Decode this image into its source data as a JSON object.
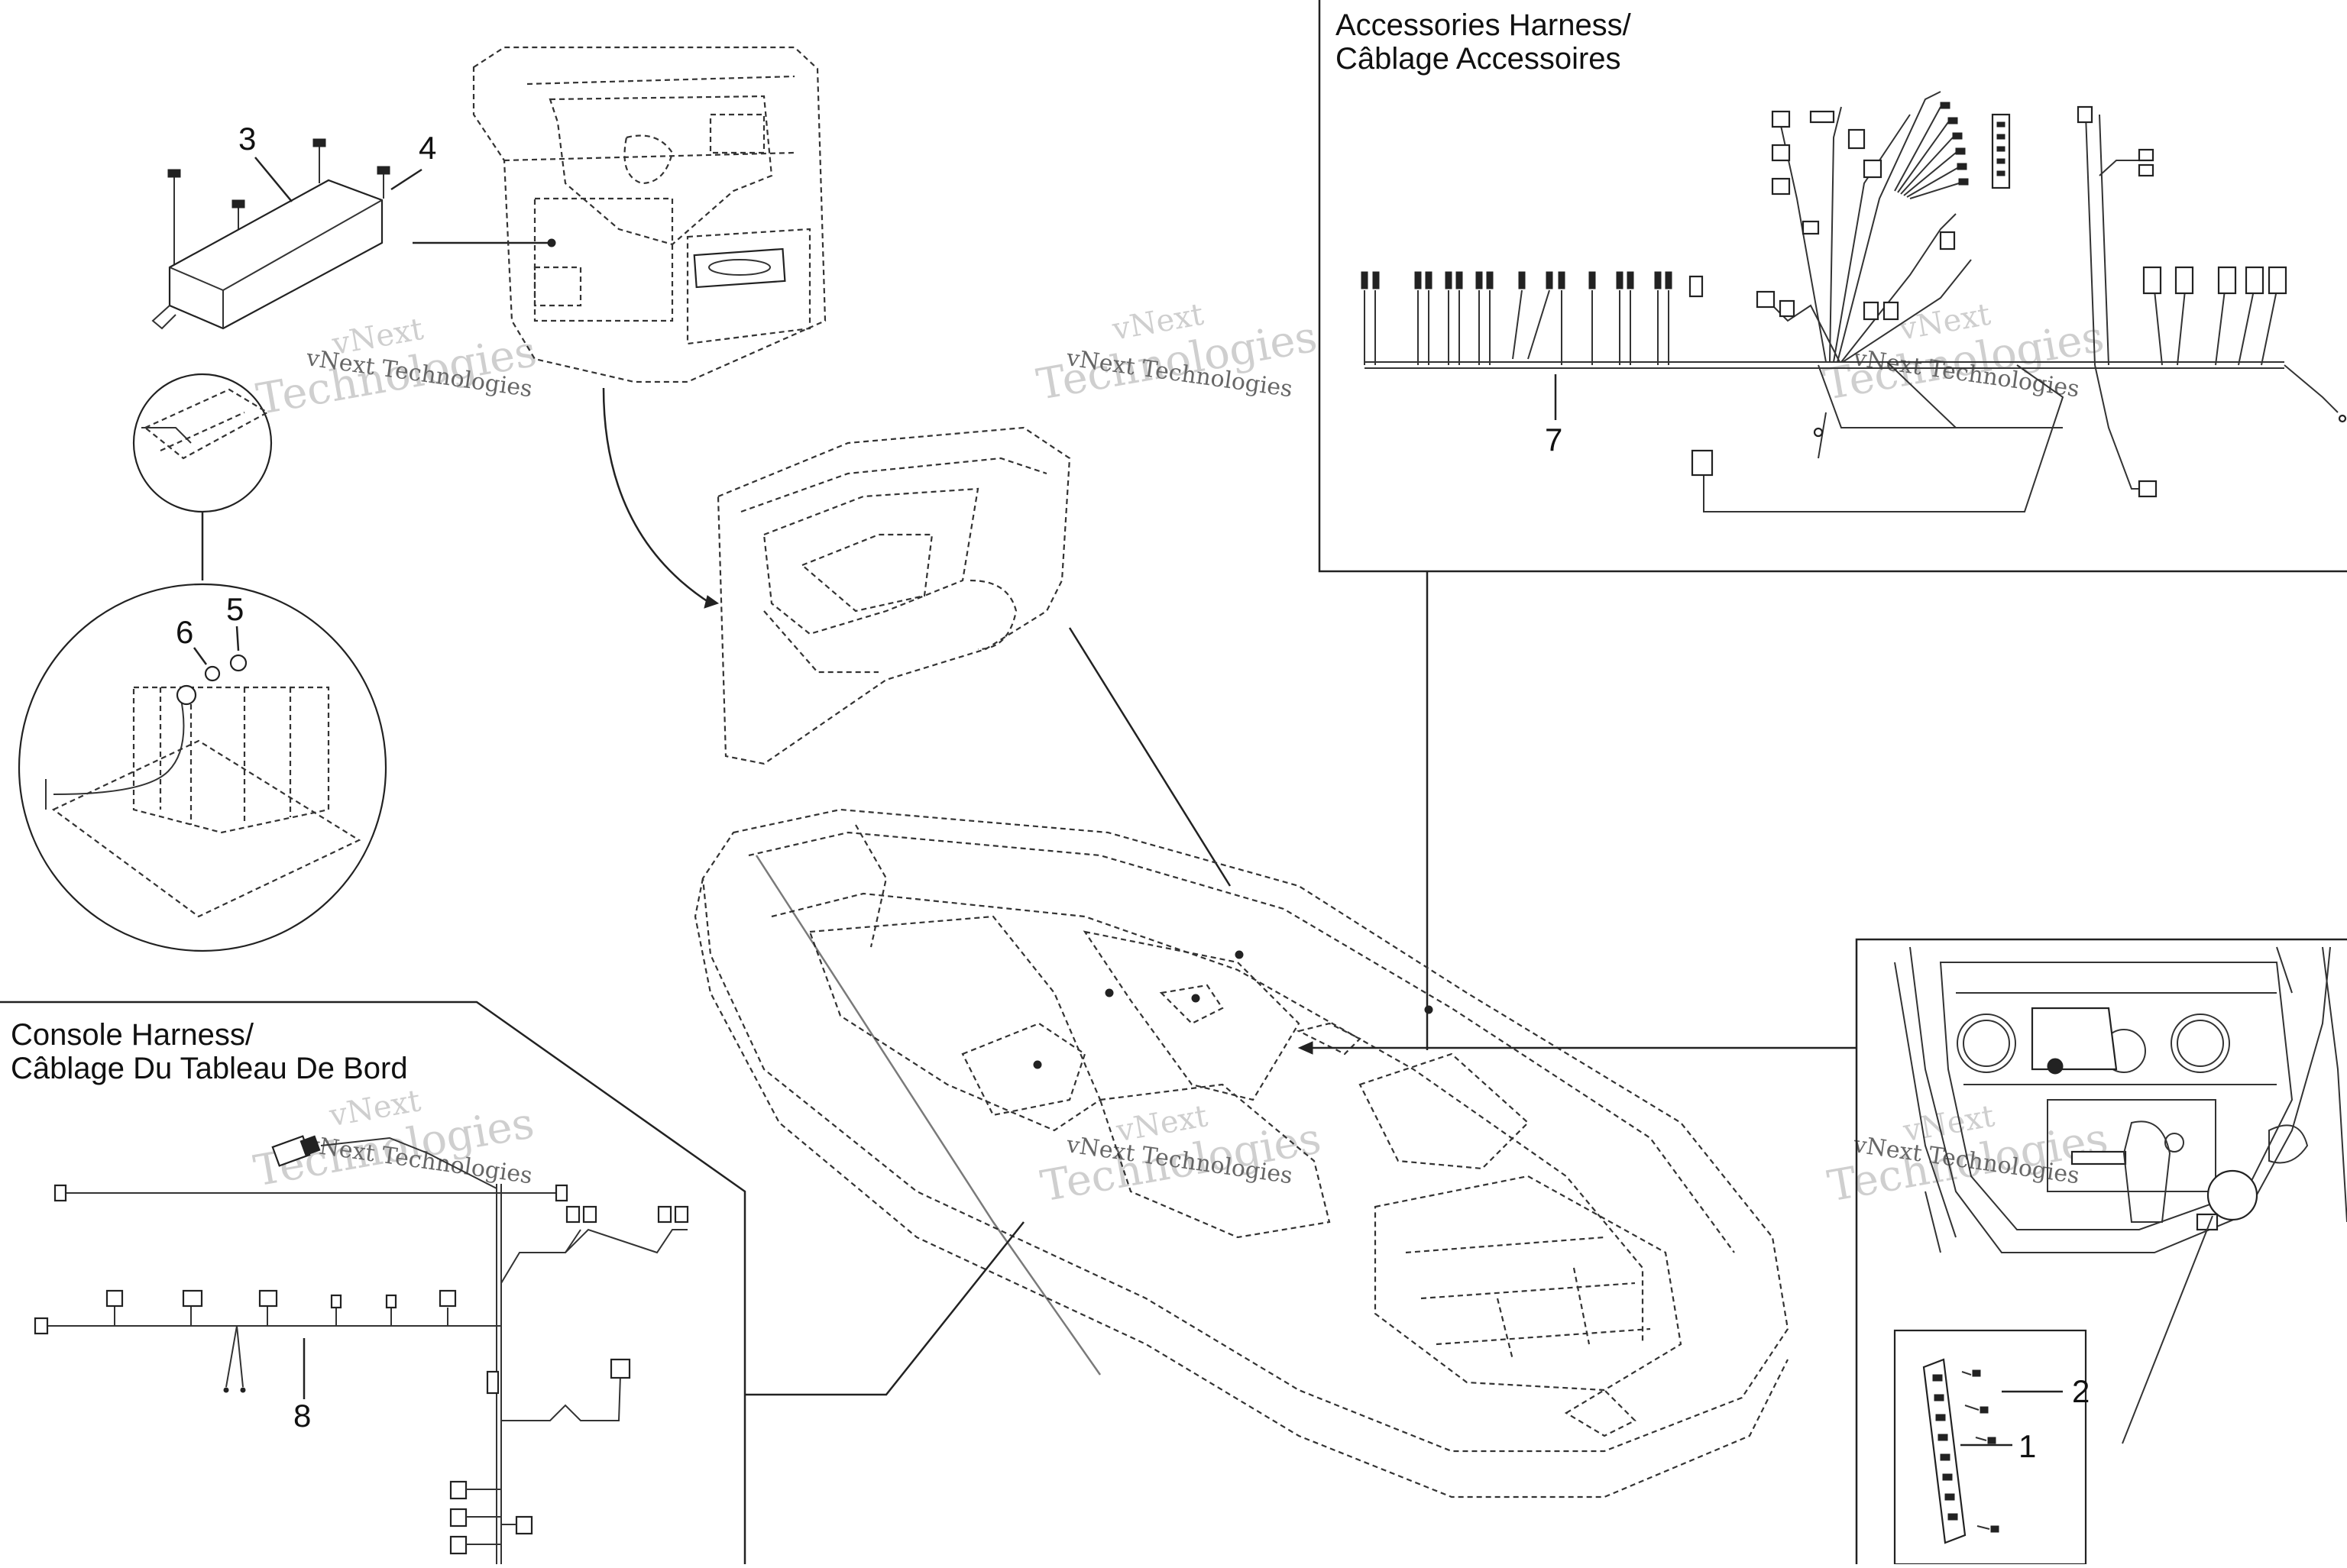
{
  "panels": {
    "accessories": {
      "title_line1": "Accessories Harness/",
      "title_line2": "Câblage Accessoires"
    },
    "console": {
      "title_line1": "Console Harness/",
      "title_line2": "Câblage Du Tableau De Bord"
    }
  },
  "callouts": {
    "c1": "1",
    "c2": "2",
    "c3": "3",
    "c4": "4",
    "c5": "5",
    "c6": "6",
    "c7": "7",
    "c8": "8"
  },
  "watermark": {
    "line_a": "vNext",
    "line_b": "Technologies",
    "line_full": "vNext Technologies"
  },
  "colors": {
    "line": "#222222",
    "watermark": "#cfcfcf",
    "background": "#ffffff"
  }
}
